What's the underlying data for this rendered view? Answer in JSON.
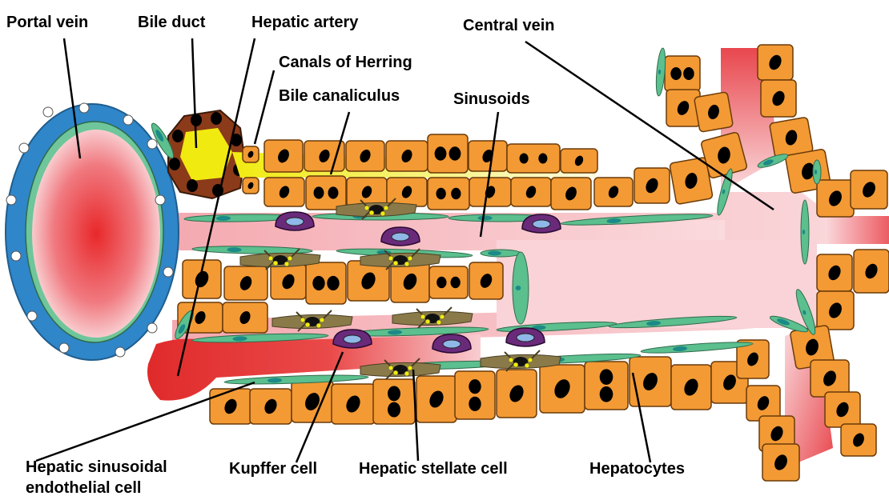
{
  "colors": {
    "hepatocyte": "#f39a34",
    "hepatocyte_border": "#6b3b0a",
    "nucleus": "#000000",
    "sinusoid": "#f8cdd2",
    "blood": "#e53935",
    "endothelium": "#5bbf8e",
    "endothelium_border": "#2f6b4c",
    "portal_wall": "#2f86c9",
    "kupffer": "#6a2a7a",
    "stellate": "#8a7a4a",
    "bile_duct": "#8b3a1a",
    "bile": "#f1ea10",
    "lead_line": "#000000"
  },
  "labels": {
    "portal_vein": "Portal vein",
    "bile_duct": "Bile duct",
    "hepatic_artery": "Hepatic artery",
    "canals_of_herring": "Canals of Herring",
    "bile_canaliculus": "Bile canaliculus",
    "sinusoids": "Sinusoids",
    "central_vein": "Central vein",
    "hsec_line1": "Hepatic sinusoidal",
    "hsec_line2": "endothelial cell",
    "kupffer_cell": "Kupffer cell",
    "hepatic_stellate_cell": "Hepatic stellate cell",
    "hepatocytes": "Hepatocytes"
  }
}
